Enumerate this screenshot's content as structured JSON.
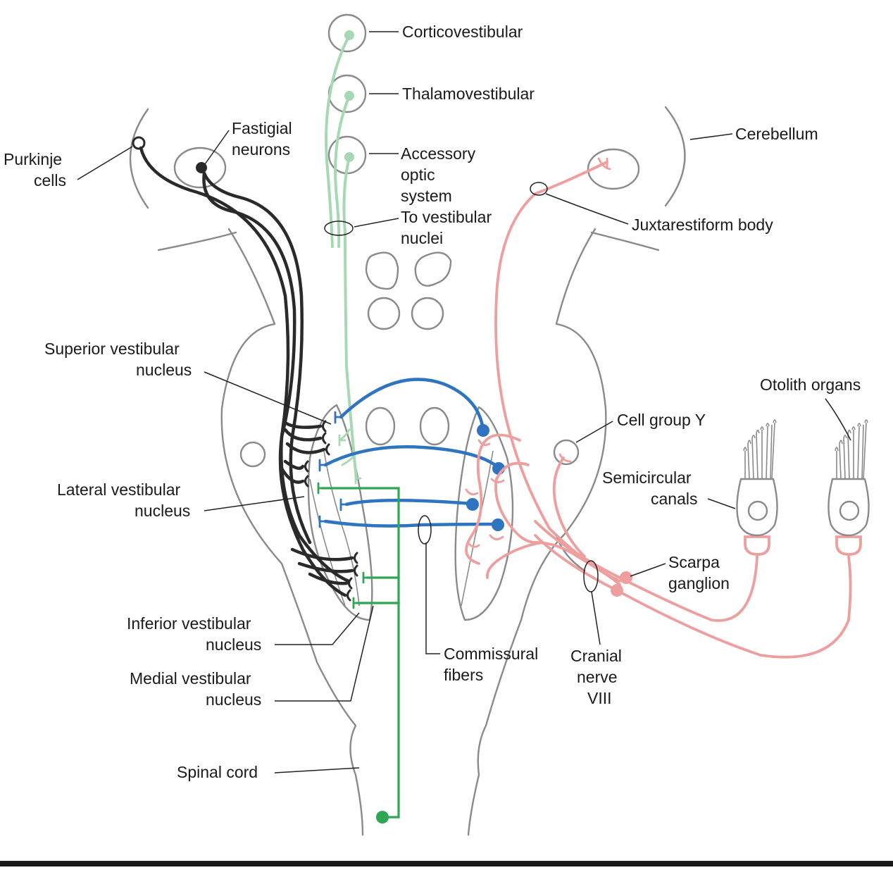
{
  "labels": {
    "corticovestibular": "Corticovestibular",
    "thalamovestibular": "Thalamovestibular",
    "accessory_1": "Accessory",
    "accessory_2": "optic",
    "accessory_3": "system",
    "to_vestibular_1": "To vestibular",
    "to_vestibular_2": "nuclei",
    "cerebellum": "Cerebellum",
    "purkinje_1": "Purkinje",
    "purkinje_2": "cells",
    "fastigial_1": "Fastigial",
    "fastigial_2": "neurons",
    "juxtarestiform": "Juxtarestiform body",
    "superior_1": "Superior vestibular",
    "superior_2": "nucleus",
    "otolith": "Otolith organs",
    "cell_group_y": "Cell group Y",
    "semicircular_1": "Semicircular",
    "semicircular_2": "canals",
    "lateral_1": "Lateral vestibular",
    "lateral_2": "nucleus",
    "scarpa_1": "Scarpa",
    "scarpa_2": "ganglion",
    "inferior_1": "Inferior vestibular",
    "inferior_2": "nucleus",
    "commissural_1": "Commissural",
    "commissural_2": "fibers",
    "cranial_1": "Cranial",
    "cranial_2": "nerve",
    "cranial_3": "VIII",
    "medial_1": "Medial vestibular",
    "medial_2": "nucleus",
    "spinal_cord": "Spinal cord"
  },
  "colors": {
    "cerebellar_pathway": "#2a2a2a",
    "cortical_pathway": "#a6d9b3",
    "commissural_pathway": "#2f74c0",
    "spinal_pathway": "#2ea653",
    "vestibular_nerve_pathway": "#ee9e9c",
    "outline": "#8a8a8a"
  }
}
